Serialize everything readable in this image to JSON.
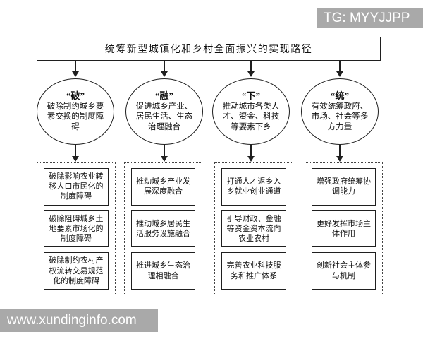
{
  "overlays": {
    "tg_label": "TG: MYYJJPP",
    "site_label": "www.xundinginfo.com"
  },
  "colors": {
    "banner_bg": "#a9a9a9",
    "line": "#1f1f1f"
  },
  "diagram": {
    "title": "统筹新型城镇化和乡村全面振兴的实现路径",
    "columns": [
      {
        "circle": {
          "head": "“破”",
          "body": "破除制约城乡要素交换的制度障碍"
        },
        "items": [
          "破除影响农业转移人口市民化的制度障碍",
          "破除阻碍城乡土地要素市场化的制度障碍",
          "破除制约农村产权流转交易规范化的制度障碍"
        ]
      },
      {
        "circle": {
          "head": "“融”",
          "body": "促进城乡产业、居民生活、生态治理融合"
        },
        "items": [
          "推动城乡产业发展深度融合",
          "推动城乡居民生活服务设施融合",
          "推进城乡生态治理相融合"
        ]
      },
      {
        "circle": {
          "head": "“下”",
          "body": "推动城市各类人才、资金、科技等要素下乡"
        },
        "items": [
          "打通人才返乡入乡就业创业通道",
          "引导财政、金融等资金资本流向农业农村",
          "完善农业科技服务和推广体系"
        ]
      },
      {
        "circle": {
          "head": "“统”",
          "body": "有效统筹政府、市场、社会等多方力量"
        },
        "items": [
          "增强政府统筹协调能力",
          "更好发挥市场主体作用",
          "创新社会主体参与机制"
        ]
      }
    ]
  }
}
